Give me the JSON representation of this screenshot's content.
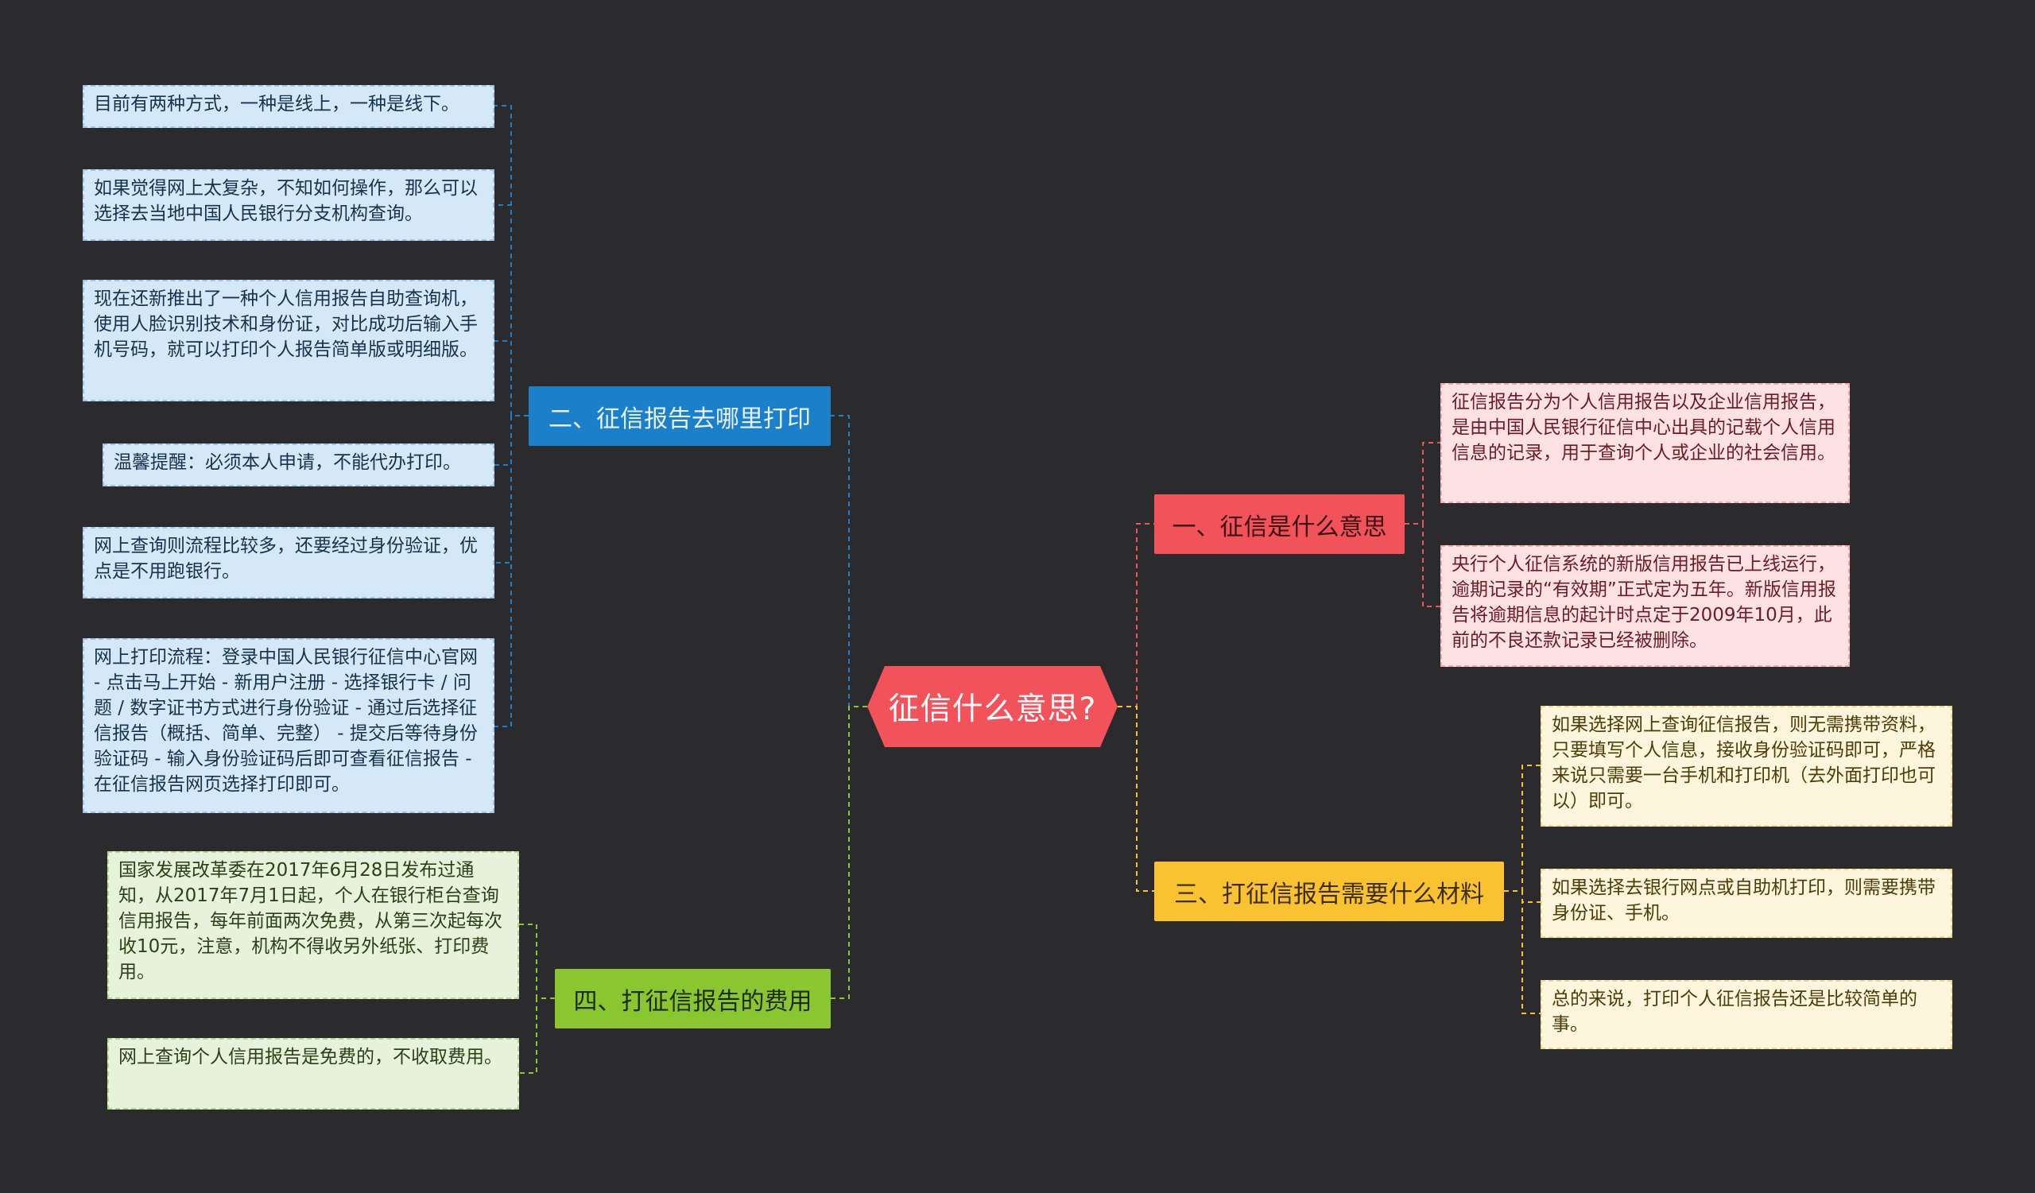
{
  "center": {
    "label": "征信什么意思?"
  },
  "branches": [
    {
      "label": "一、征信是什么意思",
      "leaves": [
        "征信报告分为个人信用报告以及企业信用报告，是由中国人民银行征信中心出具的记载个人信用信息的记录，用于查询个人或企业的社会信用。",
        "央行个人征信系统的新版信用报告已上线运行，逾期记录的“有效期”正式定为五年。新版信用报告将逾期信息的起计时点定于2009年10月，此前的不良还款记录已经被删除。"
      ]
    },
    {
      "label": "二、征信报告去哪里打印",
      "leaves": [
        "目前有两种方式，一种是线上，一种是线下。",
        "如果觉得网上太复杂，不知如何操作，那么可以选择去当地中国人民银行分支机构查询。",
        "现在还新推出了一种个人信用报告自助查询机，使用人脸识别技术和身份证，对比成功后输入手机号码，就可以打印个人报告简单版或明细版。",
        "温馨提醒：必须本人申请，不能代办打印。",
        "网上查询则流程比较多，还要经过身份验证，优点是不用跑银行。",
        "网上打印流程：登录中国人民银行征信中心官网 - 点击马上开始 - 新用户注册 - 选择银行卡 / 问题 / 数字证书方式进行身份验证 - 通过后选择征信报告（概括、简单、完整） - 提交后等待身份验证码 - 输入身份验证码后即可查看征信报告 - 在征信报告网页选择打印即可。"
      ]
    },
    {
      "label": "三、打征信报告需要什么材料",
      "leaves": [
        "如果选择网上查询征信报告，则无需携带资料，只要填写个人信息，接收身份验证码即可，严格来说只需要一台手机和打印机（去外面打印也可以）即可。",
        "如果选择去银行网点或自助机打印，则需要携带身份证、手机。",
        "总的来说，打印个人征信报告还是比较简单的事。"
      ]
    },
    {
      "label": "四、打征信报告的费用",
      "leaves": [
        "国家发展改革委在2017年6月28日发布过通知，从2017年7月1日起，个人在银行柜台查询信用报告，每年前面两次免费，从第三次起每次收10元，注意，机构不得收另外纸张、打印费用。",
        "网上查询个人信用报告是免费的，不收取费用。"
      ]
    }
  ],
  "colors": {
    "background": "#2b2b2d",
    "branch_1": "#f2525a",
    "branch_2": "#1c7fc9",
    "branch_3": "#f8c230",
    "branch_4": "#8ac62f"
  }
}
